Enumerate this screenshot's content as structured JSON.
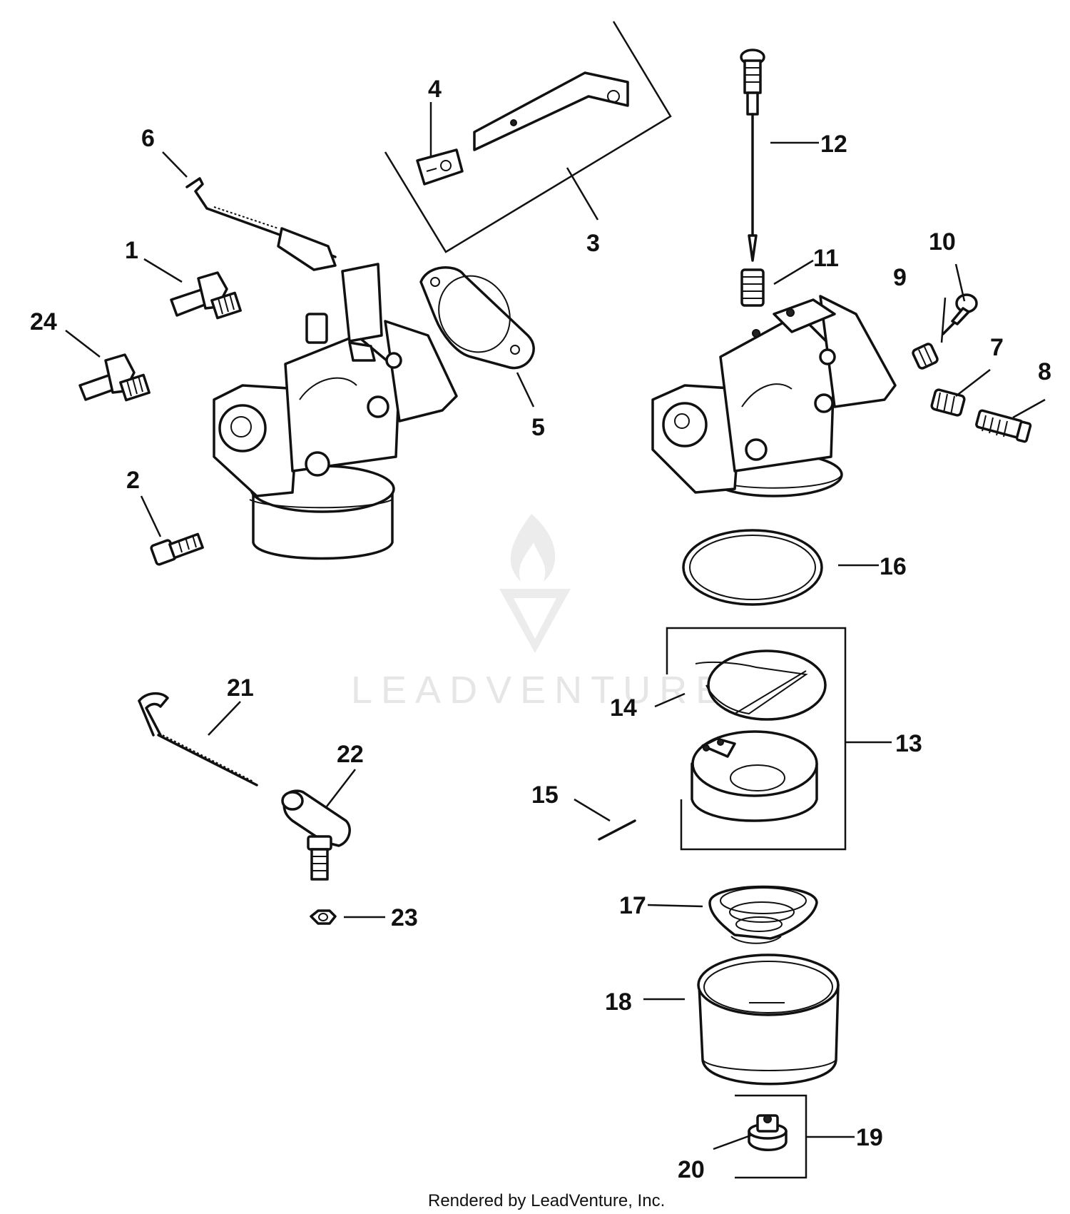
{
  "watermark": {
    "brand": "LEADVENTURE"
  },
  "footer": {
    "credit": "Rendered by LeadVenture, Inc."
  },
  "callouts": {
    "c1": "1",
    "c2": "2",
    "c3": "3",
    "c4": "4",
    "c5": "5",
    "c6": "6",
    "c7": "7",
    "c8": "8",
    "c9": "9",
    "c10": "10",
    "c11": "11",
    "c12": "12",
    "c13": "13",
    "c14": "14",
    "c15": "15",
    "c16": "16",
    "c17": "17",
    "c18": "18",
    "c19": "19",
    "c20": "20",
    "c21": "21",
    "c22": "22",
    "c23": "23",
    "c24": "24"
  }
}
